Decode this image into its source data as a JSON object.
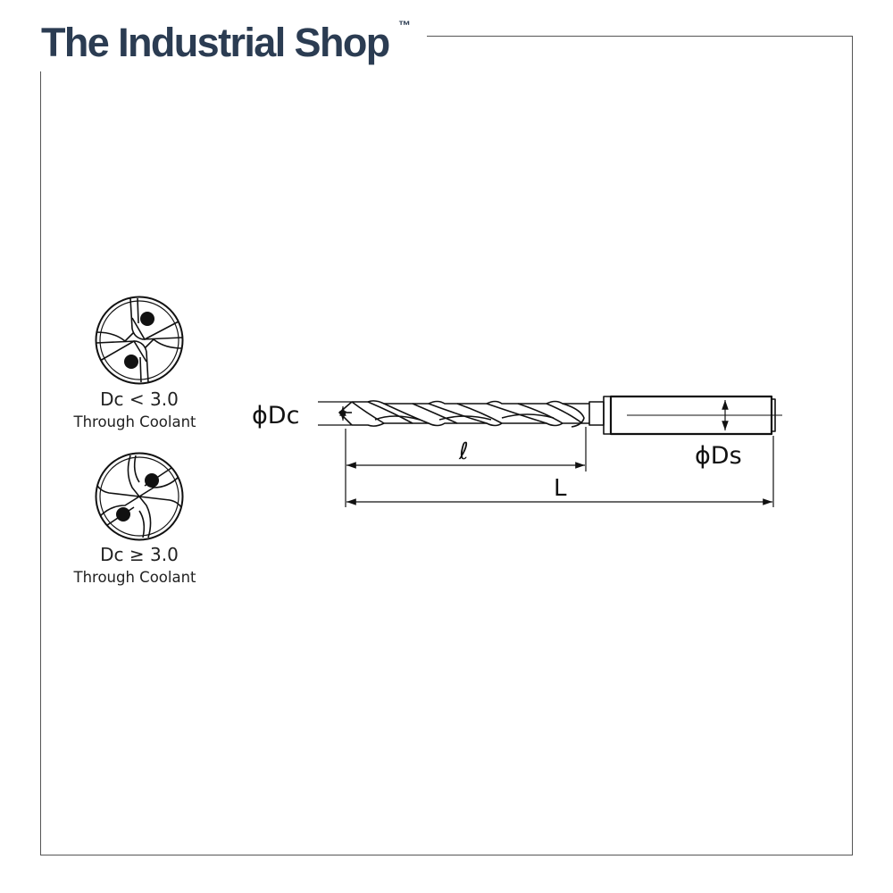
{
  "brand": {
    "name": "The Industrial Shop",
    "trademark": "™"
  },
  "cross_sections": [
    {
      "condition": "Dc < 3.0",
      "description": "Through Coolant"
    },
    {
      "condition": "Dc ≥ 3.0",
      "description": "Through Coolant"
    }
  ],
  "dimensions": {
    "cutting_diameter": "ϕDc",
    "shank_diameter": "ϕDs",
    "flute_length": "ℓ",
    "overall_length": "L"
  },
  "colors": {
    "brand": "#2b3c52",
    "line": "#111111",
    "frame": "#555555"
  }
}
